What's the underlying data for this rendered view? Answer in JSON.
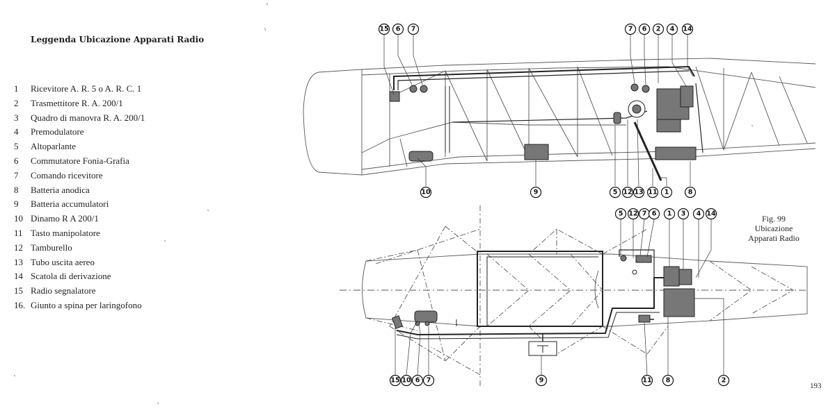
{
  "legend": {
    "title": "Leggenda Ubicazione Apparati Radio",
    "items": [
      {
        "num": "1",
        "label": "Ricevitore A. R. 5 o A. R. C. 1"
      },
      {
        "num": "2",
        "label": "Trasmettitore R. A. 200/1"
      },
      {
        "num": "3",
        "label": "Quadro di manovra R. A. 200/1"
      },
      {
        "num": "4",
        "label": "Premodulatore"
      },
      {
        "num": "5",
        "label": "Altoparlante"
      },
      {
        "num": "6",
        "label": "Commutatore Fonia-Grafia"
      },
      {
        "num": "7",
        "label": "Comando ricevitore"
      },
      {
        "num": "8",
        "label": "Batteria anodica"
      },
      {
        "num": "9",
        "label": "Batteria accumulatori"
      },
      {
        "num": "10",
        "label": "Dinamo R A 200/1"
      },
      {
        "num": "11",
        "label": "Tasto manipolatore"
      },
      {
        "num": "12",
        "label": "Tamburello"
      },
      {
        "num": "13",
        "label": "Tubo uscita aereo"
      },
      {
        "num": "14",
        "label": "Scatola di derivazione"
      },
      {
        "num": "15",
        "label": "Radio segnalatore"
      },
      {
        "num": "16.",
        "label": "Giunto a spina per laringofono"
      }
    ]
  },
  "figure": {
    "caption_line1": "Fig. 99",
    "caption_line2": "Ubicazione",
    "caption_line3": "Apparati Radio",
    "side_view_callouts": [
      "15",
      "6",
      "7",
      "7",
      "6",
      "2",
      "4",
      "14",
      "10",
      "9",
      "5",
      "12",
      "13",
      "11",
      "1",
      "8"
    ],
    "top_view_callouts": [
      "5",
      "12",
      "7",
      "6",
      "1",
      "3",
      "4",
      "14",
      "15",
      "10",
      "6",
      "7",
      "9",
      "11",
      "8",
      "2"
    ]
  },
  "page_number": "193"
}
